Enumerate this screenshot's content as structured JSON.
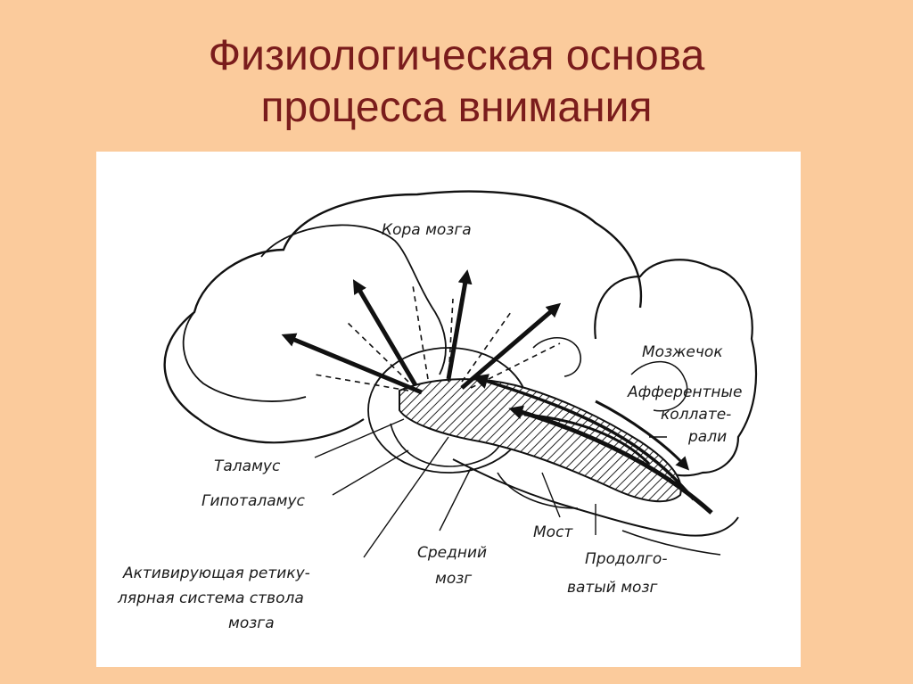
{
  "title": {
    "line1": "Физиологическая основа",
    "line2": "процесса внимания"
  },
  "diagram": {
    "labels": {
      "cortex": "Кора мозга",
      "cerebellum": "Мозжечок",
      "afferent_1": "Афферентные",
      "afferent_2": "коллате-",
      "afferent_3": "рали",
      "thalamus": "Таламус",
      "hypothalamus": "Гипоталамус",
      "midbrain_1": "Средний",
      "midbrain_2": "мозг",
      "pons": "Мост",
      "medulla_1": "Продолго-",
      "medulla_2": "ватый мозг",
      "reticular_1": "Активирующая ретику-",
      "reticular_2": "лярная система ствола",
      "reticular_3": "мозга"
    }
  }
}
